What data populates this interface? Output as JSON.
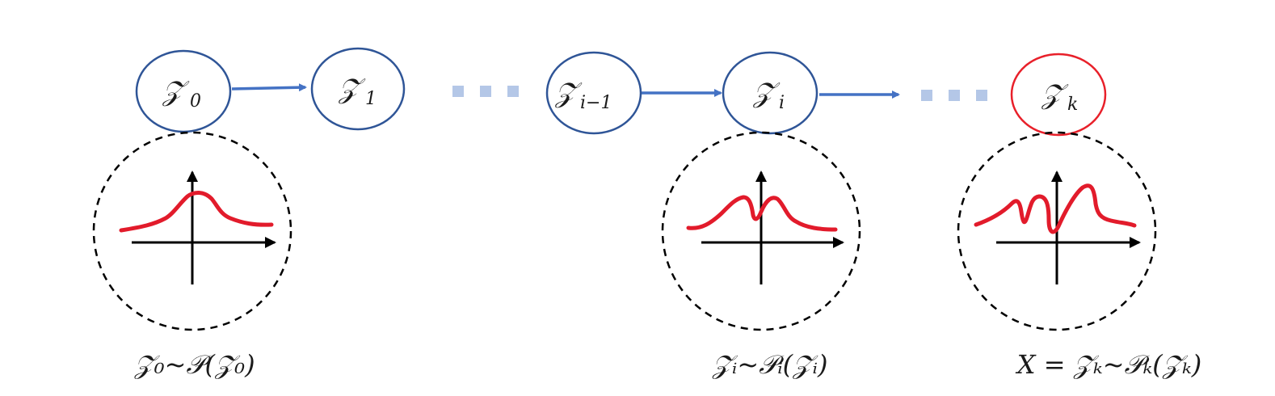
{
  "nodes": [
    {
      "id": "z0",
      "base": "𝒵",
      "sub": "0",
      "state": "normal"
    },
    {
      "id": "z1",
      "base": "𝒵",
      "sub": "1",
      "state": "normal"
    },
    {
      "id": "zi_minus_1",
      "base": "𝒵",
      "sub": "i−1",
      "state": "normal"
    },
    {
      "id": "zi",
      "base": "𝒵",
      "sub": "i",
      "state": "normal"
    },
    {
      "id": "zk",
      "base": "𝒵",
      "sub": "k",
      "state": "highlighted"
    }
  ],
  "edges": [
    {
      "from": "z0",
      "to": "z1"
    },
    {
      "from": "zi_minus_1",
      "to": "zi"
    }
  ],
  "captions": {
    "z0": "𝒵₀~𝒫(𝒵₀)",
    "zi": "𝒵ᵢ~𝒫ᵢ(𝒵ᵢ)",
    "zk": "X = 𝒵ₖ~𝒫ₖ(𝒵ₖ)"
  },
  "colors": {
    "node_stroke": "#2f5597",
    "highlight_stroke": "#e8202a",
    "edge": "#4472c4",
    "ellipsis_dots": "#b4c7e7",
    "density_curve": "#e21b2b"
  },
  "distributions": {
    "z0": "unimodal",
    "zi": "bimodal",
    "zk": "multimodal"
  }
}
